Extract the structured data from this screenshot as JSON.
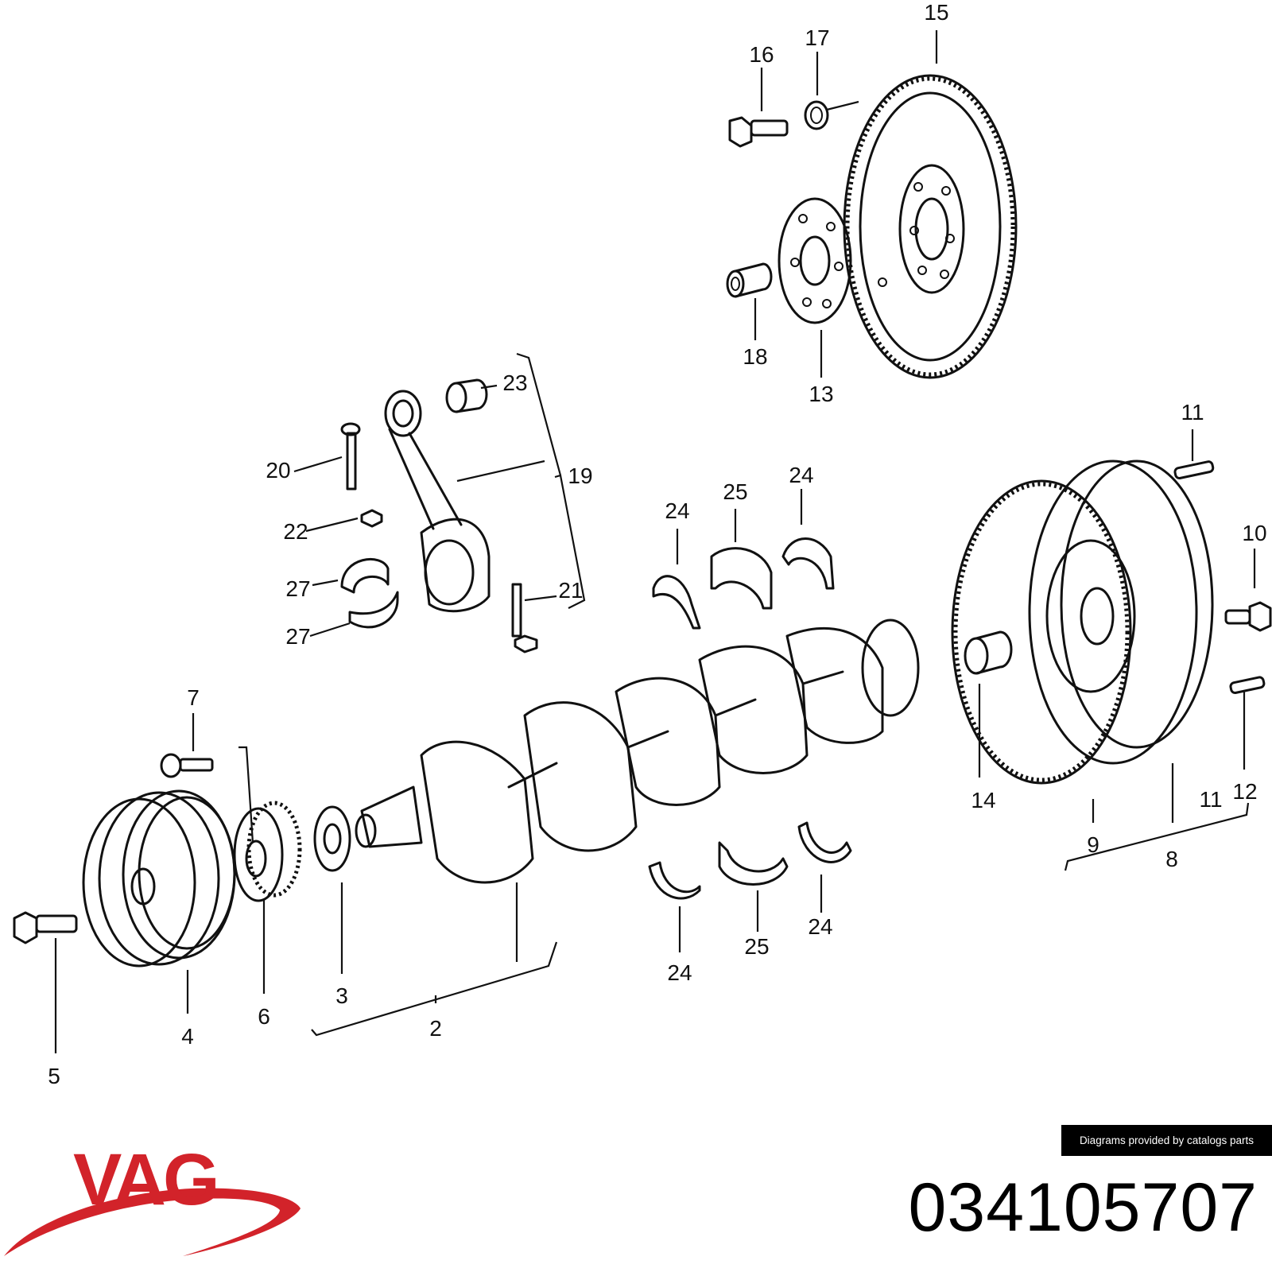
{
  "diagram": {
    "callouts": [
      "2",
      "3",
      "4",
      "5",
      "6",
      "7",
      "8",
      "9",
      "10",
      "11",
      "11",
      "12",
      "13",
      "14",
      "15",
      "16",
      "17",
      "18",
      "19",
      "20",
      "21",
      "22",
      "23",
      "24",
      "24",
      "24",
      "24",
      "25",
      "25",
      "27",
      "27"
    ]
  },
  "credit": "Diagrams provided by catalogs parts",
  "part_number": "034105707",
  "brand": {
    "logo_text": "VAG",
    "logo_color": "#d2232a"
  }
}
